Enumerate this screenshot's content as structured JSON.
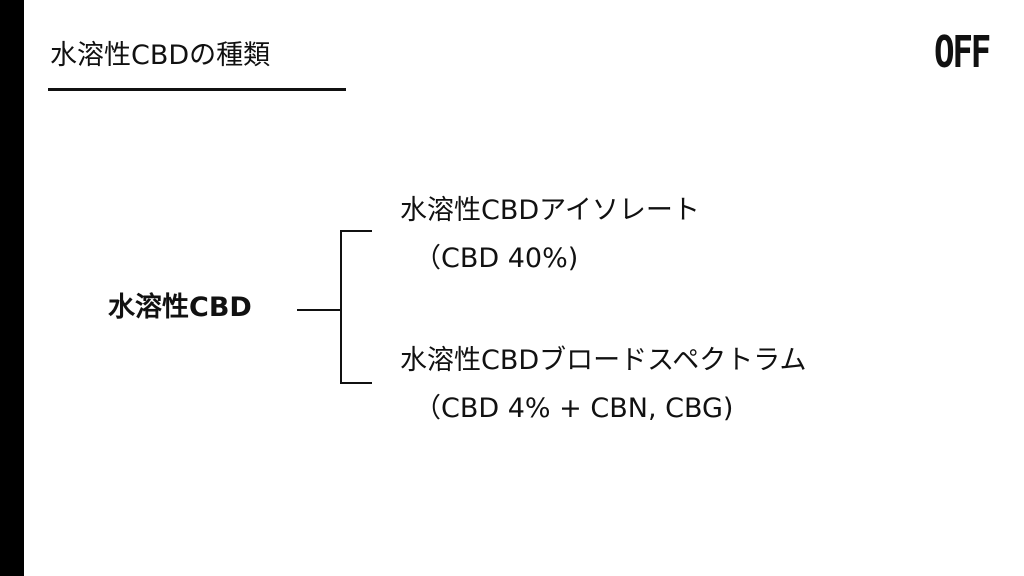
{
  "slide": {
    "title": "水溶性CBDの種類",
    "logo_text": "OFF"
  },
  "diagram": {
    "root": "水溶性CBD",
    "branches": [
      {
        "name": "水溶性CBDアイソレート",
        "detail": "（CBD 40%)"
      },
      {
        "name": "水溶性CBDブロードスペクトラム",
        "detail": "（CBD 4% + CBN, CBG)"
      }
    ]
  },
  "colors": {
    "text": "#111111",
    "background": "#ffffff",
    "accent_bar": "#000000"
  }
}
